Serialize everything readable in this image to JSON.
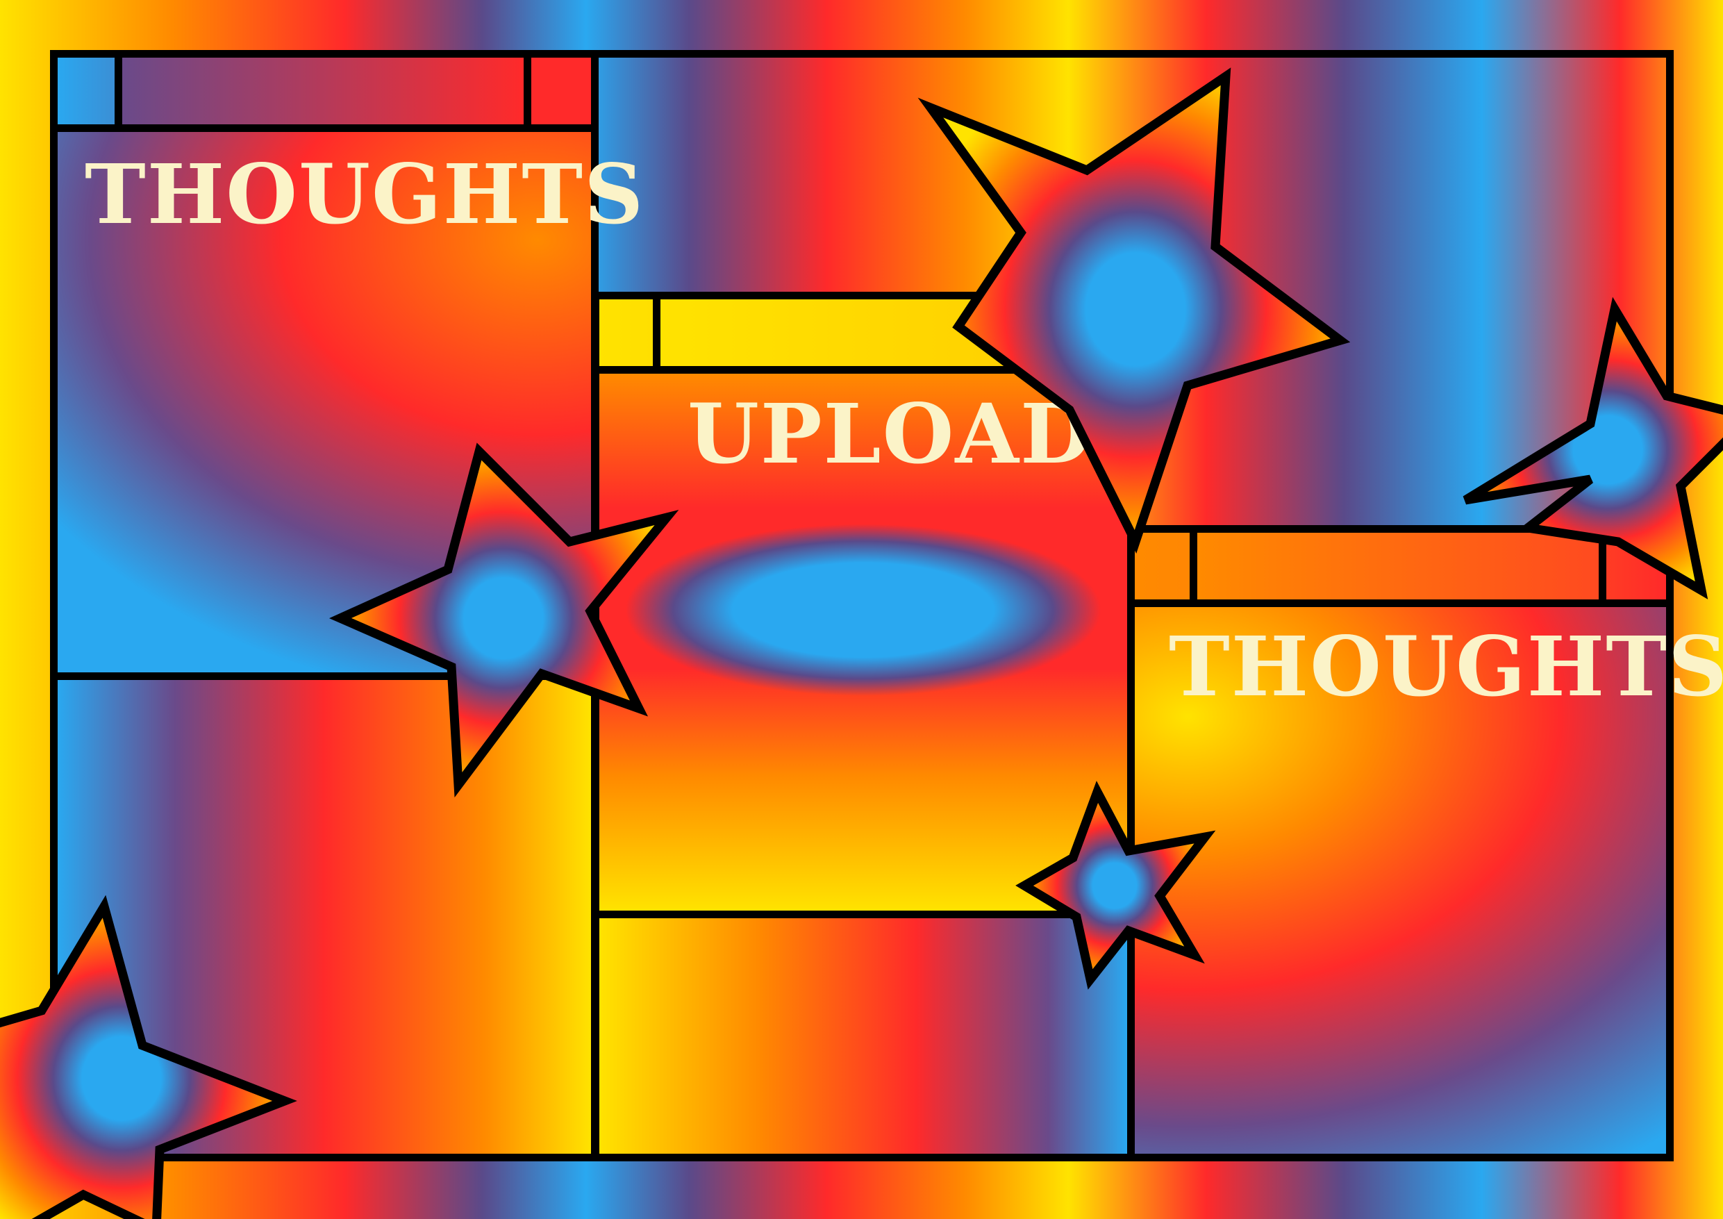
{
  "panels": {
    "left_title": "THOUGHTS",
    "center_title": "UPLOAD",
    "right_title": "THOUGHTS"
  },
  "colors": {
    "yellow": "#ffe300",
    "orange": "#ff8a00",
    "red": "#ff2a2a",
    "purple": "#5a4a8a",
    "blue": "#2aa8f0",
    "text": "#fbf3c8",
    "outline": "#000000"
  },
  "decorations": [
    "star-icon",
    "star-icon",
    "star-icon",
    "star-icon",
    "star-icon"
  ]
}
